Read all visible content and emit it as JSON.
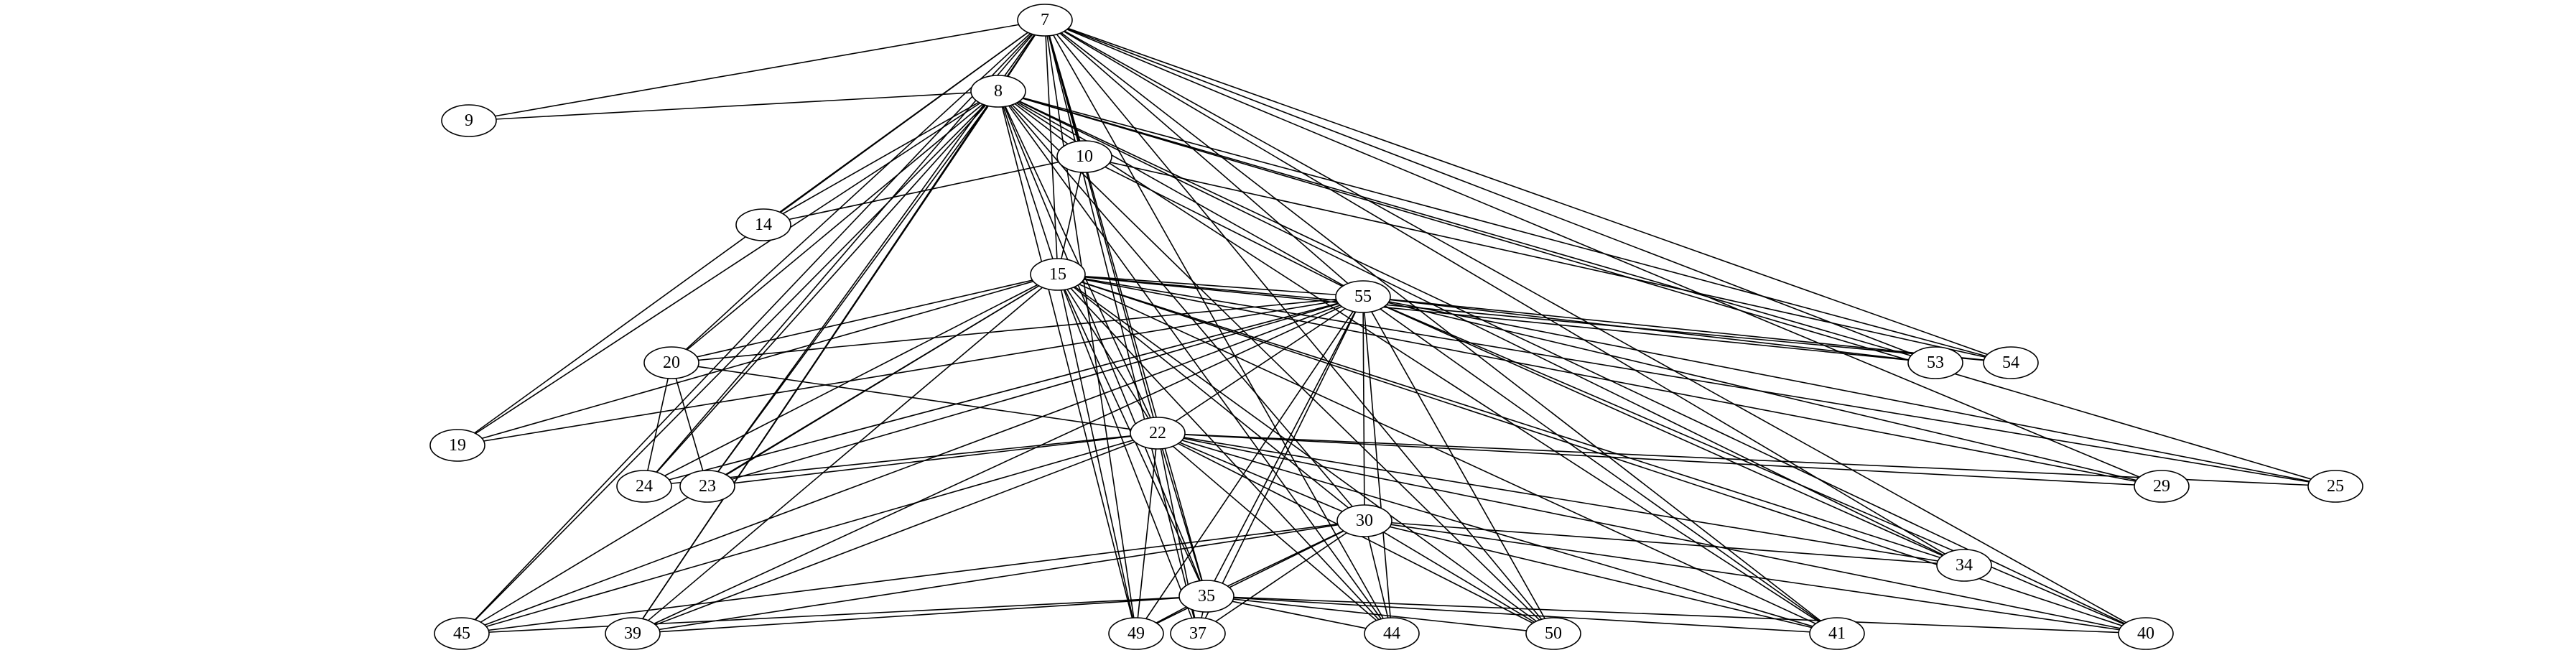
{
  "diagram": {
    "type": "undirected-graph",
    "nodes": [
      "7",
      "8",
      "9",
      "10",
      "14",
      "15",
      "19",
      "20",
      "22",
      "23",
      "24",
      "25",
      "29",
      "30",
      "34",
      "35",
      "37",
      "39",
      "40",
      "41",
      "44",
      "45",
      "49",
      "50",
      "53",
      "54",
      "55"
    ],
    "edges": [
      [
        "7",
        "8"
      ],
      [
        "7",
        "9"
      ],
      [
        "7",
        "10"
      ],
      [
        "7",
        "14"
      ],
      [
        "7",
        "15"
      ],
      [
        "7",
        "19"
      ],
      [
        "7",
        "20"
      ],
      [
        "7",
        "22"
      ],
      [
        "7",
        "23"
      ],
      [
        "7",
        "24"
      ],
      [
        "7",
        "29"
      ],
      [
        "7",
        "34"
      ],
      [
        "7",
        "35"
      ],
      [
        "7",
        "37"
      ],
      [
        "7",
        "39"
      ],
      [
        "7",
        "40"
      ],
      [
        "7",
        "41"
      ],
      [
        "7",
        "44"
      ],
      [
        "7",
        "45"
      ],
      [
        "7",
        "49"
      ],
      [
        "7",
        "50"
      ],
      [
        "7",
        "53"
      ],
      [
        "7",
        "54"
      ],
      [
        "7",
        "55"
      ],
      [
        "8",
        "9"
      ],
      [
        "8",
        "10"
      ],
      [
        "8",
        "14"
      ],
      [
        "8",
        "15"
      ],
      [
        "8",
        "19"
      ],
      [
        "8",
        "20"
      ],
      [
        "8",
        "22"
      ],
      [
        "8",
        "23"
      ],
      [
        "8",
        "24"
      ],
      [
        "8",
        "25"
      ],
      [
        "8",
        "30"
      ],
      [
        "8",
        "34"
      ],
      [
        "8",
        "35"
      ],
      [
        "8",
        "39"
      ],
      [
        "8",
        "40"
      ],
      [
        "8",
        "41"
      ],
      [
        "8",
        "44"
      ],
      [
        "8",
        "45"
      ],
      [
        "8",
        "49"
      ],
      [
        "8",
        "50"
      ],
      [
        "8",
        "53"
      ],
      [
        "8",
        "54"
      ],
      [
        "8",
        "55"
      ],
      [
        "10",
        "14"
      ],
      [
        "10",
        "15"
      ],
      [
        "10",
        "54"
      ],
      [
        "10",
        "55"
      ],
      [
        "15",
        "19"
      ],
      [
        "15",
        "20"
      ],
      [
        "15",
        "22"
      ],
      [
        "15",
        "23"
      ],
      [
        "15",
        "24"
      ],
      [
        "15",
        "25"
      ],
      [
        "15",
        "29"
      ],
      [
        "15",
        "30"
      ],
      [
        "15",
        "34"
      ],
      [
        "15",
        "35"
      ],
      [
        "15",
        "37"
      ],
      [
        "15",
        "39"
      ],
      [
        "15",
        "40"
      ],
      [
        "15",
        "41"
      ],
      [
        "15",
        "44"
      ],
      [
        "15",
        "45"
      ],
      [
        "15",
        "49"
      ],
      [
        "15",
        "50"
      ],
      [
        "15",
        "53"
      ],
      [
        "15",
        "54"
      ],
      [
        "15",
        "55"
      ],
      [
        "55",
        "19"
      ],
      [
        "55",
        "20"
      ],
      [
        "55",
        "22"
      ],
      [
        "55",
        "23"
      ],
      [
        "55",
        "24"
      ],
      [
        "55",
        "25"
      ],
      [
        "55",
        "29"
      ],
      [
        "55",
        "30"
      ],
      [
        "55",
        "34"
      ],
      [
        "55",
        "35"
      ],
      [
        "55",
        "37"
      ],
      [
        "55",
        "39"
      ],
      [
        "55",
        "40"
      ],
      [
        "55",
        "41"
      ],
      [
        "55",
        "44"
      ],
      [
        "55",
        "45"
      ],
      [
        "55",
        "49"
      ],
      [
        "55",
        "50"
      ],
      [
        "55",
        "53"
      ],
      [
        "55",
        "54"
      ],
      [
        "20",
        "22"
      ],
      [
        "20",
        "23"
      ],
      [
        "20",
        "24"
      ],
      [
        "22",
        "23"
      ],
      [
        "22",
        "24"
      ],
      [
        "22",
        "25"
      ],
      [
        "22",
        "29"
      ],
      [
        "22",
        "30"
      ],
      [
        "22",
        "34"
      ],
      [
        "22",
        "35"
      ],
      [
        "22",
        "37"
      ],
      [
        "22",
        "39"
      ],
      [
        "22",
        "40"
      ],
      [
        "22",
        "41"
      ],
      [
        "22",
        "44"
      ],
      [
        "22",
        "45"
      ],
      [
        "22",
        "49"
      ],
      [
        "22",
        "50"
      ],
      [
        "30",
        "34"
      ],
      [
        "30",
        "35"
      ],
      [
        "30",
        "37"
      ],
      [
        "30",
        "39"
      ],
      [
        "30",
        "40"
      ],
      [
        "30",
        "41"
      ],
      [
        "30",
        "44"
      ],
      [
        "30",
        "45"
      ],
      [
        "30",
        "49"
      ],
      [
        "30",
        "50"
      ],
      [
        "35",
        "37"
      ],
      [
        "35",
        "39"
      ],
      [
        "35",
        "40"
      ],
      [
        "35",
        "41"
      ],
      [
        "35",
        "44"
      ],
      [
        "35",
        "45"
      ],
      [
        "35",
        "49"
      ],
      [
        "35",
        "50"
      ]
    ]
  }
}
